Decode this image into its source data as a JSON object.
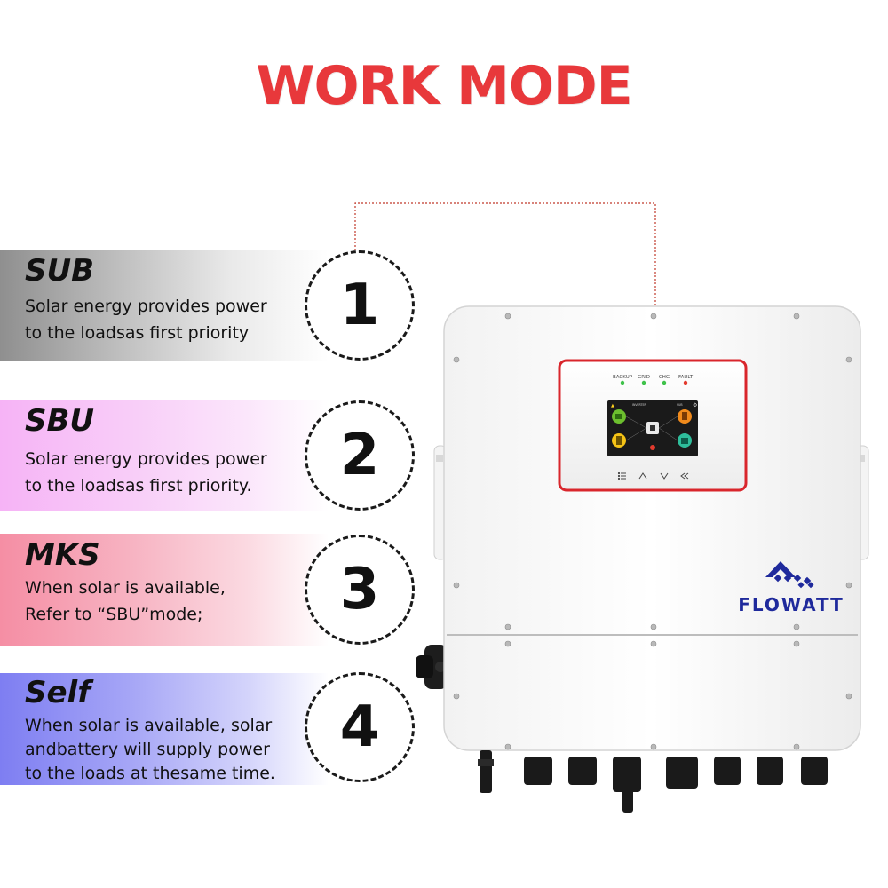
{
  "title": "WORK MODE",
  "modes": [
    {
      "number": "1",
      "name": "SUB",
      "description_lines": [
        "Solar energy provides power",
        "to the loadsas first priority"
      ]
    },
    {
      "number": "2",
      "name": "SBU",
      "description_lines": [
        "Solar energy provides power",
        "to the loadsas first priority."
      ]
    },
    {
      "number": "3",
      "name": "MKS",
      "description_lines": [
        "When solar is available,",
        "Refer to “SBU”mode;"
      ]
    },
    {
      "number": "4",
      "name": "Self",
      "description_lines": [
        "When solar is available, solar",
        "andbattery will supply power",
        "to the loads at thesame time."
      ]
    }
  ],
  "device": {
    "brand": "FLOWATT",
    "indicators": [
      "BACKUP",
      "GRID",
      "CHG",
      "FAULT"
    ],
    "indicator_colors": [
      "#3fc24a",
      "#3fc24a",
      "#3fc24a",
      "#e33b2e"
    ],
    "screen_header": [
      "INVERTER",
      "SUB"
    ],
    "control_buttons": [
      "menu-icon",
      "up-icon",
      "down-icon",
      "back-icon"
    ],
    "accent_color": "#d9262c",
    "brand_color": "#1f2a9c"
  }
}
